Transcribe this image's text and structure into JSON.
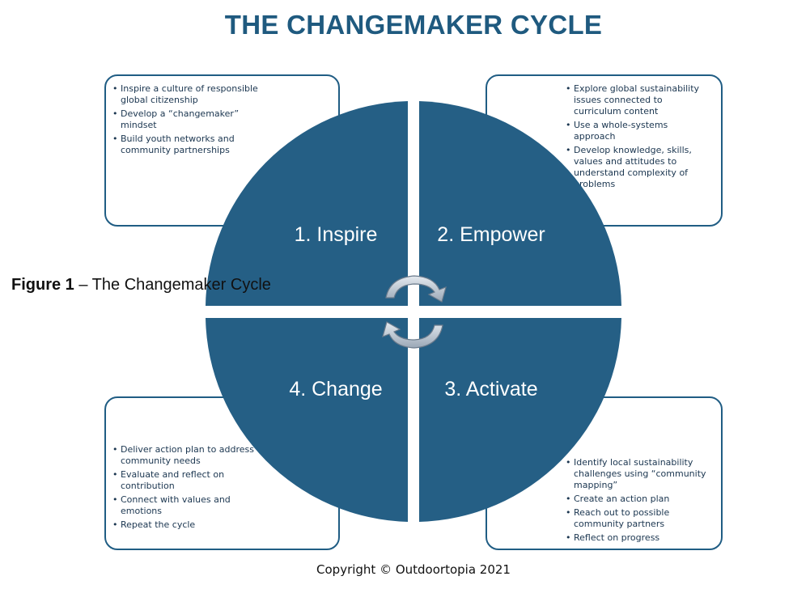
{
  "title": "THE CHANGEMAKER CYCLE",
  "figure": {
    "label": "Figure 1",
    "text": " – The Changemaker Cycle"
  },
  "copyright": "Copyright © Outdoortopia 2021",
  "colors": {
    "quadrant": "#255f85",
    "border": "#205d84",
    "title": "#1f5a7f",
    "arrow": "#b8c3cf"
  },
  "quadrants": [
    {
      "label": "1. Inspire"
    },
    {
      "label": "2. Empower"
    },
    {
      "label": "3. Activate"
    },
    {
      "label": "4. Change"
    }
  ],
  "boxes": {
    "inspire": [
      "Inspire a culture of responsible global citizenship",
      "Develop a “changemaker” mindset",
      "Build youth networks and community partnerships"
    ],
    "empower": [
      "Explore global sustainability issues connected to curriculum content",
      "Use a whole-systems approach",
      "Develop knowledge, skills, values and attitudes to understand complexity of problems"
    ],
    "change": [
      "Deliver action plan to address community needs",
      "Evaluate and reflect on contribution",
      "Connect with values and emotions",
      "Repeat the cycle"
    ],
    "activate": [
      "Identify local sustainability challenges using “community mapping”",
      "Create an action plan",
      "Reach out to possible community partners",
      "Reflect on progress"
    ]
  }
}
